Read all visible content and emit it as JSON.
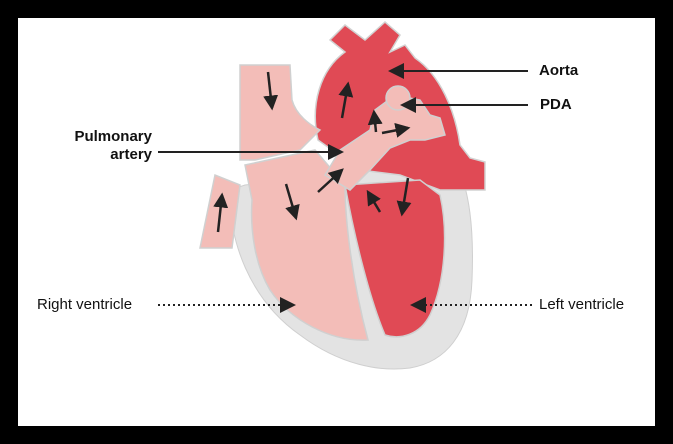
{
  "labels": {
    "aorta": "Aorta",
    "pda": "PDA",
    "pulmonary_artery_line1": "Pulmonary",
    "pulmonary_artery_line2": "artery",
    "right_ventricle": "Right ventricle",
    "left_ventricle": "Left ventricle"
  },
  "colors": {
    "background": "#000000",
    "panel": "#ffffff",
    "heart_wall": "#e2e2e2",
    "deoxygenated": "#f3bdb8",
    "oxygenated": "#e04a55",
    "arrow": "#222222"
  }
}
